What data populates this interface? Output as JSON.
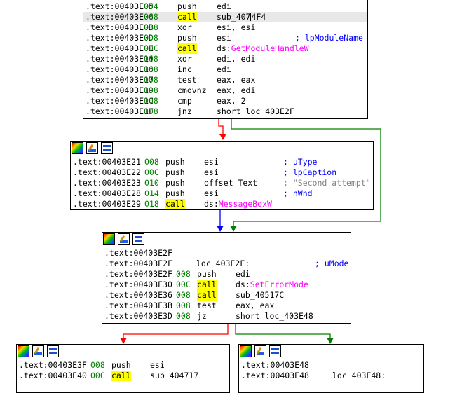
{
  "colors": {
    "address": "#000000",
    "stack_delta": "#008000",
    "comment": "#0000ff",
    "import": "#ff00ff",
    "string": "#808080",
    "call_highlight": "#ffff00",
    "edge_true": "#008000",
    "edge_false": "#ff0000",
    "edge_unconditional": "#0000ff"
  },
  "nodes": [
    {
      "id": "block-403E05",
      "has_titlebar": false,
      "lines": [
        {
          "addr": ".text:00403E05",
          "sp": "004",
          "mn": "push",
          "op": "edi",
          "cm": ""
        },
        {
          "addr": ".text:00403E06",
          "sp": "008",
          "mn": "call",
          "op": "sub_4074F4",
          "cm": "",
          "selected": true
        },
        {
          "addr": ".text:00403E0B",
          "sp": "008",
          "mn": "xor",
          "op": "esi, esi",
          "cm": ""
        },
        {
          "addr": ".text:00403E0D",
          "sp": "008",
          "mn": "push",
          "op": "esi",
          "cm": "; lpModuleName"
        },
        {
          "addr": ".text:00403E0E",
          "sp": "00C",
          "mn": "call",
          "op_prefix": "ds:",
          "op_import": "GetModuleHandleW",
          "cm": ""
        },
        {
          "addr": ".text:00403E14",
          "sp": "008",
          "mn": "xor",
          "op": "edi, edi",
          "cm": ""
        },
        {
          "addr": ".text:00403E16",
          "sp": "008",
          "mn": "inc",
          "op": "edi",
          "cm": ""
        },
        {
          "addr": ".text:00403E17",
          "sp": "008",
          "mn": "test",
          "op": "eax, eax",
          "cm": ""
        },
        {
          "addr": ".text:00403E19",
          "sp": "008",
          "mn": "cmovnz",
          "op": "eax, edi",
          "cm": ""
        },
        {
          "addr": ".text:00403E1C",
          "sp": "008",
          "mn": "cmp",
          "op": "eax, 2",
          "cm": ""
        },
        {
          "addr": ".text:00403E1F",
          "sp": "008",
          "mn": "jnz",
          "op": "short loc_403E2F",
          "cm": ""
        }
      ]
    },
    {
      "id": "block-403E21",
      "has_titlebar": true,
      "lines": [
        {
          "addr": ".text:00403E21",
          "sp": "008",
          "mn": "push",
          "op": "esi",
          "cm": "; uType"
        },
        {
          "addr": ".text:00403E22",
          "sp": "00C",
          "mn": "push",
          "op": "esi",
          "cm": "; lpCaption"
        },
        {
          "addr": ".text:00403E23",
          "sp": "010",
          "mn": "push",
          "op": "offset Text",
          "cm": "; \"Second attempt\"",
          "cm_string": true
        },
        {
          "addr": ".text:00403E28",
          "sp": "014",
          "mn": "push",
          "op": "esi",
          "cm": "; hWnd"
        },
        {
          "addr": ".text:00403E29",
          "sp": "018",
          "mn": "call",
          "op_prefix": "ds:",
          "op_import": "MessageBoxW",
          "cm": ""
        }
      ]
    },
    {
      "id": "block-403E2F",
      "has_titlebar": true,
      "lines": [
        {
          "addr": ".text:00403E2F",
          "sp": "",
          "mn": "",
          "op": "",
          "cm": ""
        },
        {
          "addr": ".text:00403E2F",
          "sp": "",
          "mn": "",
          "op": "",
          "label": "loc_403E2F:",
          "cm": "; uMode"
        },
        {
          "addr": ".text:00403E2F",
          "sp": "008",
          "mn": "push",
          "op": "edi",
          "cm": ""
        },
        {
          "addr": ".text:00403E30",
          "sp": "00C",
          "mn": "call",
          "op_prefix": "ds:",
          "op_import": "SetErrorMode",
          "cm": ""
        },
        {
          "addr": ".text:00403E36",
          "sp": "008",
          "mn": "call",
          "op": "sub_40517C",
          "cm": ""
        },
        {
          "addr": ".text:00403E3B",
          "sp": "008",
          "mn": "test",
          "op": "eax, eax",
          "cm": ""
        },
        {
          "addr": ".text:00403E3D",
          "sp": "008",
          "mn": "jz",
          "op": "short loc_403E48",
          "cm": ""
        }
      ]
    },
    {
      "id": "block-403E3F",
      "has_titlebar": true,
      "lines": [
        {
          "addr": ".text:00403E3F",
          "sp": "008",
          "mn": "push",
          "op": "esi",
          "cm": ""
        },
        {
          "addr": ".text:00403E40",
          "sp": "00C",
          "mn": "call",
          "op": "sub_404717",
          "cm": ""
        }
      ]
    },
    {
      "id": "block-403E48",
      "has_titlebar": true,
      "lines": [
        {
          "addr": ".text:00403E48",
          "sp": "",
          "mn": "",
          "op": "",
          "cm": ""
        },
        {
          "addr": ".text:00403E48",
          "sp": "",
          "mn": "",
          "op": "",
          "label": "loc_403E48:",
          "cm": ""
        }
      ]
    }
  ]
}
